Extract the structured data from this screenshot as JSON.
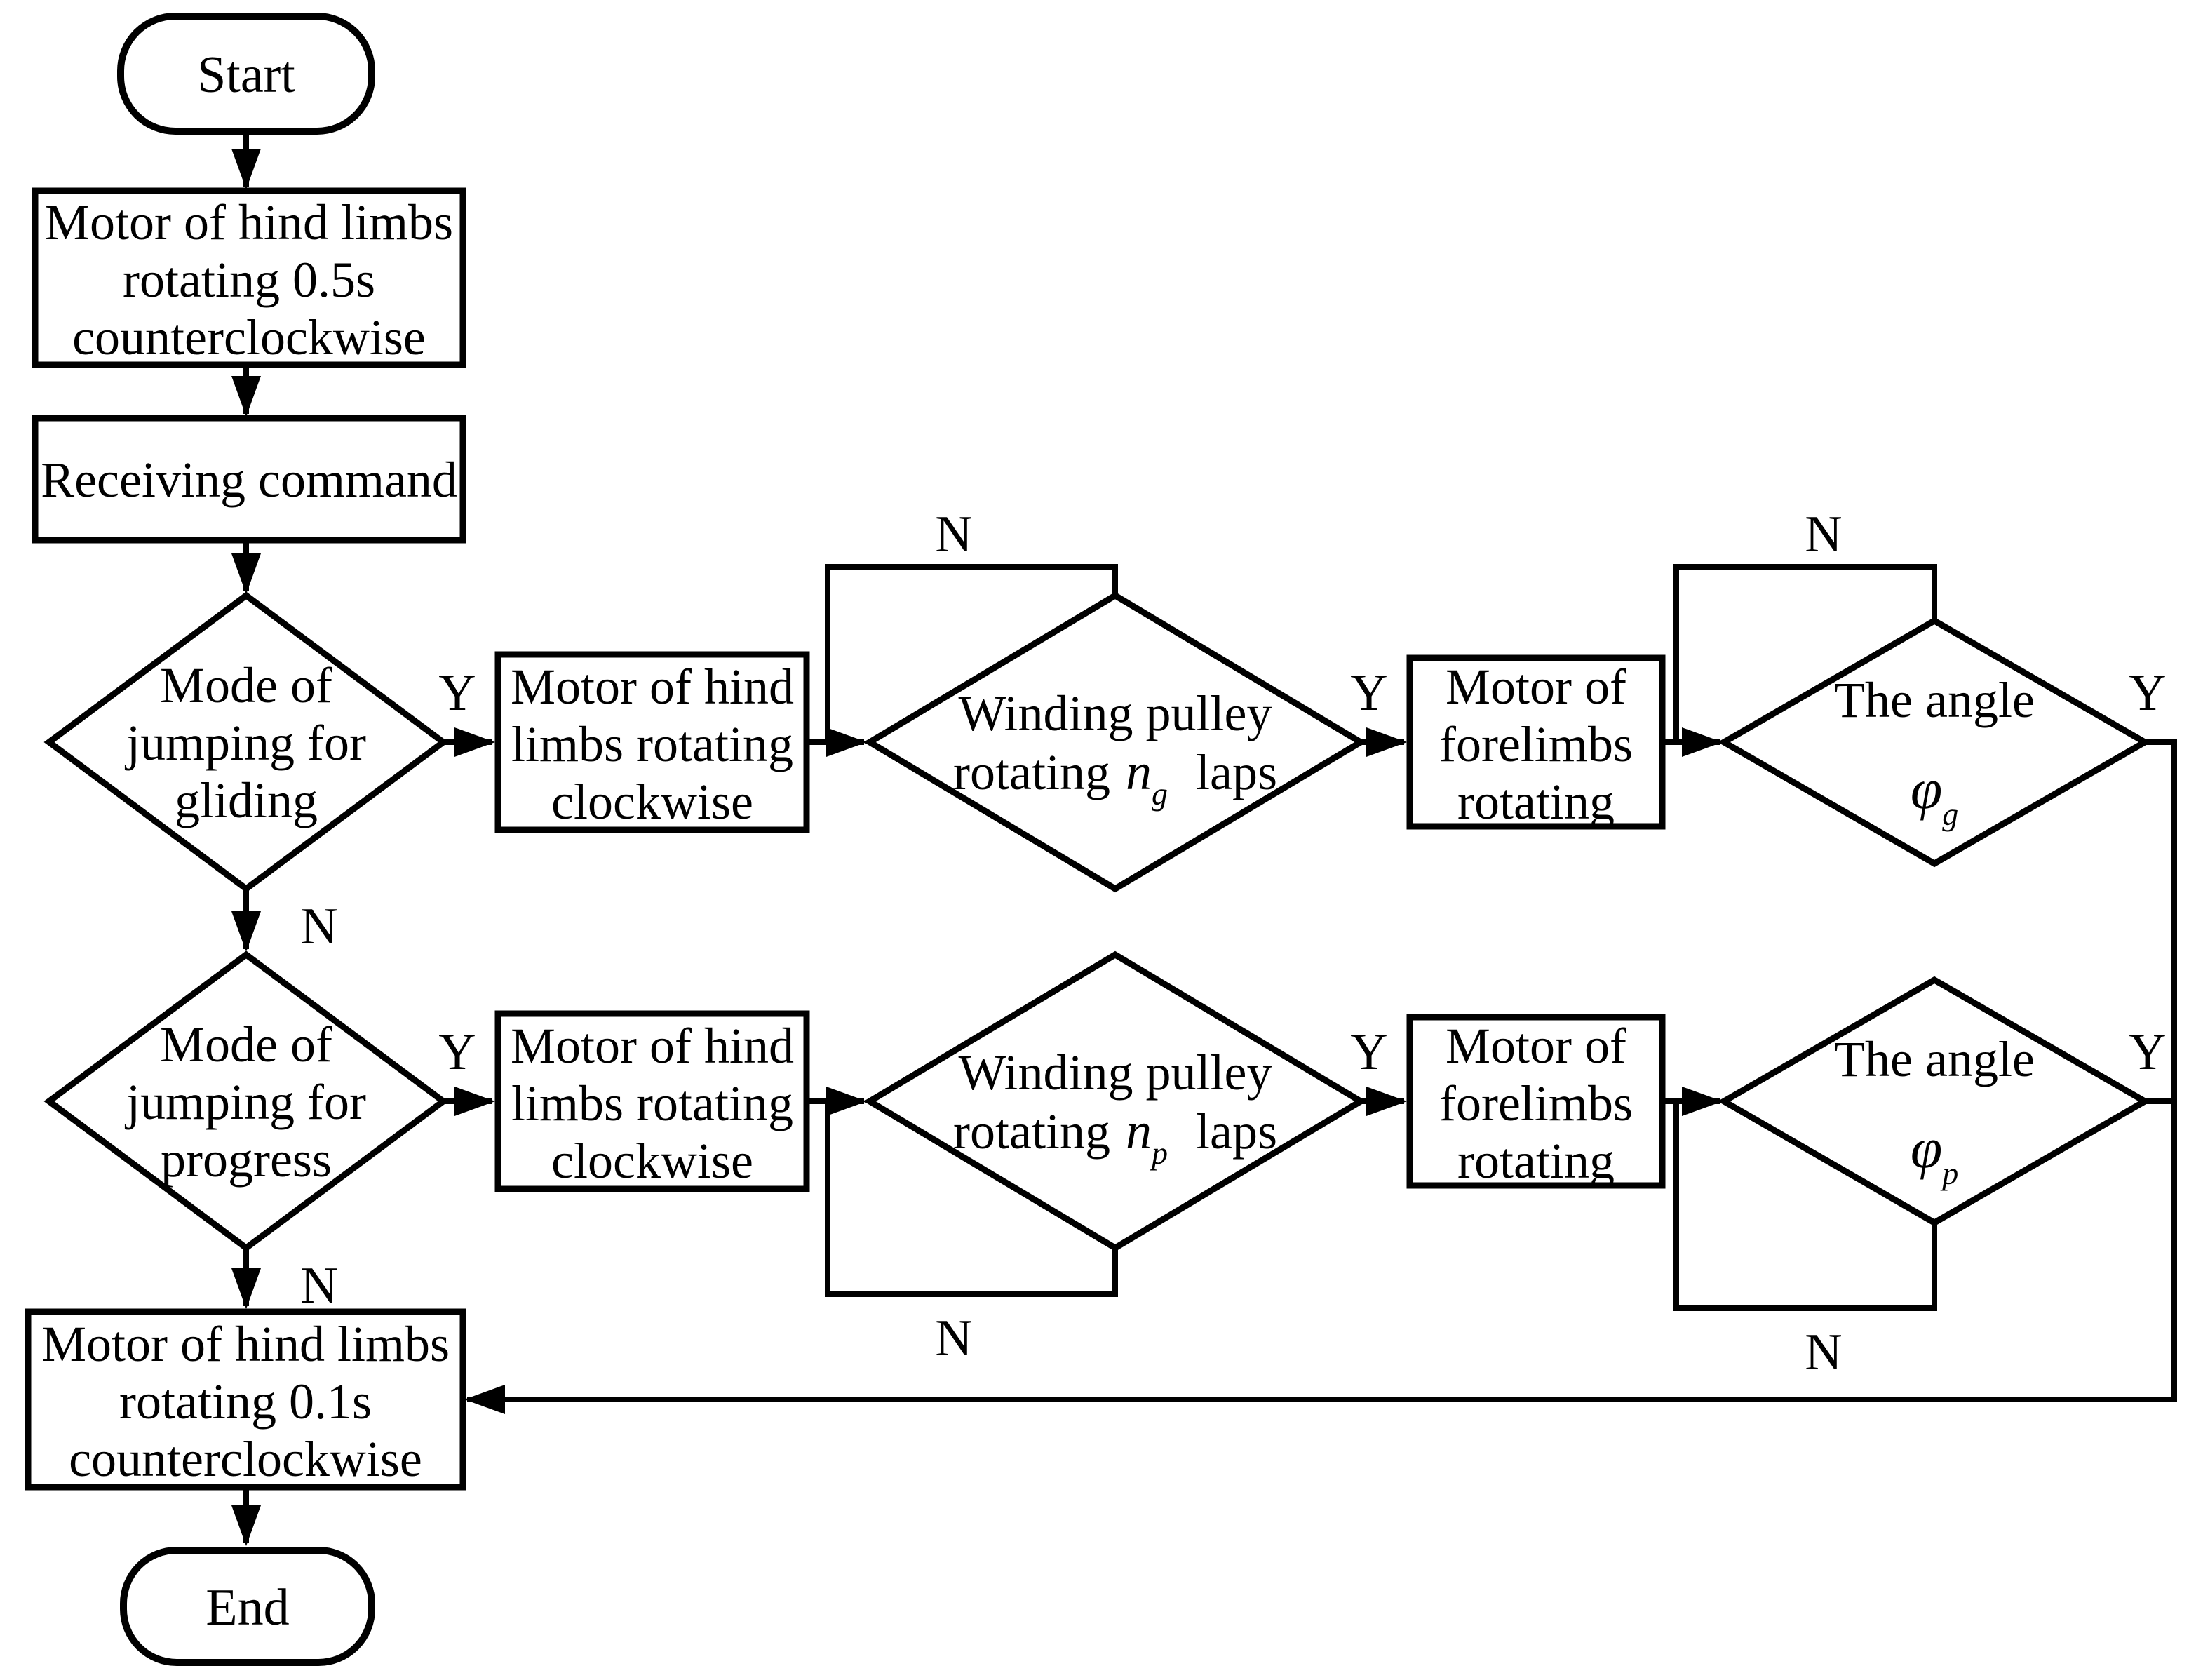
{
  "colors": {
    "line": "#000000",
    "text": "#000000",
    "background": "#ffffff"
  },
  "nodes": {
    "start": {
      "type": "terminator",
      "label": "Start"
    },
    "init_motor": {
      "type": "process",
      "lines": [
        "Motor of hind limbs",
        "rotating 0.5s",
        "counterclockwise"
      ]
    },
    "receive_command": {
      "type": "process",
      "lines": [
        "Receiving command"
      ]
    },
    "mode_gliding": {
      "type": "decision",
      "lines": [
        "Mode of",
        "jumping for",
        "gliding"
      ]
    },
    "hind_cw_glide": {
      "type": "process",
      "lines": [
        "Motor of hind",
        "limbs rotating",
        "clockwise"
      ]
    },
    "winding_glide": {
      "type": "decision",
      "line1": "Winding pulley",
      "line2_prefix": "rotating",
      "var": "n",
      "subscript": "g",
      "line2_suffix": "laps"
    },
    "forelimbs_glide": {
      "type": "process",
      "lines": [
        "Motor of",
        "forelimbs",
        "rotating"
      ]
    },
    "angle_glide": {
      "type": "decision",
      "line1": "The angle",
      "var": "φ",
      "subscript": "g"
    },
    "mode_progress": {
      "type": "decision",
      "lines": [
        "Mode of",
        "jumping for",
        "progress"
      ]
    },
    "hind_cw_prog": {
      "type": "process",
      "lines": [
        "Motor of hind",
        "limbs rotating",
        "clockwise"
      ]
    },
    "winding_prog": {
      "type": "decision",
      "line1": "Winding pulley",
      "line2_prefix": "rotating",
      "var": "n",
      "subscript": "p",
      "line2_suffix": "laps"
    },
    "forelimbs_prog": {
      "type": "process",
      "lines": [
        "Motor of",
        "forelimbs",
        "rotating"
      ]
    },
    "angle_prog": {
      "type": "decision",
      "line1": "The angle",
      "var": "φ",
      "subscript": "p"
    },
    "final_motor": {
      "type": "process",
      "lines": [
        "Motor of hind limbs",
        "rotating 0.1s",
        "counterclockwise"
      ]
    },
    "end": {
      "type": "terminator",
      "label": "End"
    }
  },
  "edge_labels": {
    "mode_gliding_yes": "Y",
    "mode_gliding_no": "N",
    "winding_glide_no": "N",
    "winding_glide_yes": "Y",
    "angle_glide_no": "N",
    "angle_glide_yes": "Y",
    "mode_progress_yes": "Y",
    "mode_progress_no": "N",
    "winding_prog_no": "N",
    "winding_prog_yes": "Y",
    "angle_prog_no": "N",
    "angle_prog_yes": "Y"
  }
}
